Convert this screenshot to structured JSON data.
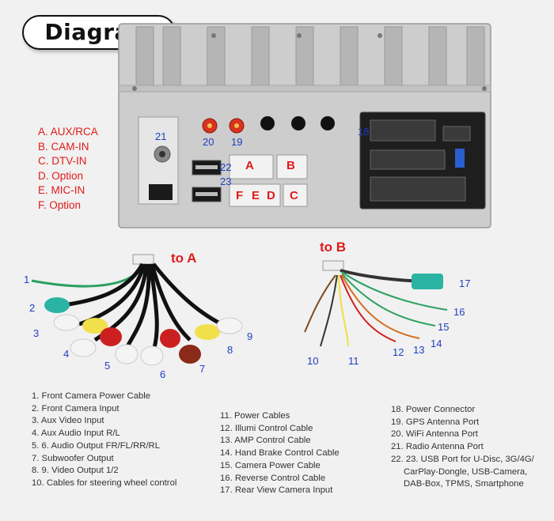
{
  "header": {
    "title": "Diagram"
  },
  "port_labels": [
    "A. AUX/RCA",
    "B. CAM-IN",
    "C. DTV-IN",
    "D. Option",
    "E. MIC-IN",
    "F. Option"
  ],
  "connector_letters": {
    "a": "A",
    "b": "B",
    "f": "F",
    "e": "E",
    "d": "D",
    "c": "C"
  },
  "unit_numbers": {
    "n21": "21",
    "n20": "20",
    "n19": "19",
    "n18": "18",
    "n22": "22",
    "n23": "23"
  },
  "harness_titles": {
    "to_a": "to A",
    "to_b": "to B"
  },
  "cable_numbers": [
    "1",
    "2",
    "3",
    "4",
    "5",
    "6",
    "7",
    "8",
    "9",
    "10",
    "11",
    "12",
    "13",
    "14",
    "15",
    "16",
    "17"
  ],
  "legend_col1": [
    "1. Front Camera Power Cable",
    "2. Front Camera Input",
    "3. Aux Video Input",
    "4. Aux Audio Input R/L",
    "5. 6. Audio Output FR/FL/RR/RL",
    "7. Subwoofer Output",
    "8. 9. Video Output 1/2",
    "10. Cables for steering wheel control"
  ],
  "legend_col2": [
    "11. Power Cables",
    "12. Illumi Control Cable",
    "13. AMP Control Cable",
    "14. Hand Brake Control Cable",
    "15. Camera Power Cable",
    "16. Reverse Control Cable",
    "17. Rear View Camera Input"
  ],
  "legend_col3": [
    "18. Power Connector",
    "19. GPS Antenna Port",
    "20. WiFi Antenna Port",
    "21. Radio Antenna Port",
    "22. 23. USB Port for U-Disc, 3G/4G/",
    "CarPlay-Dongle, USB-Camera,",
    "DAB-Box, TPMS, Smartphone"
  ],
  "colors": {
    "red": "#e01a1a",
    "blue": "#1f3ebf",
    "chassis": "#c9c9c9"
  }
}
